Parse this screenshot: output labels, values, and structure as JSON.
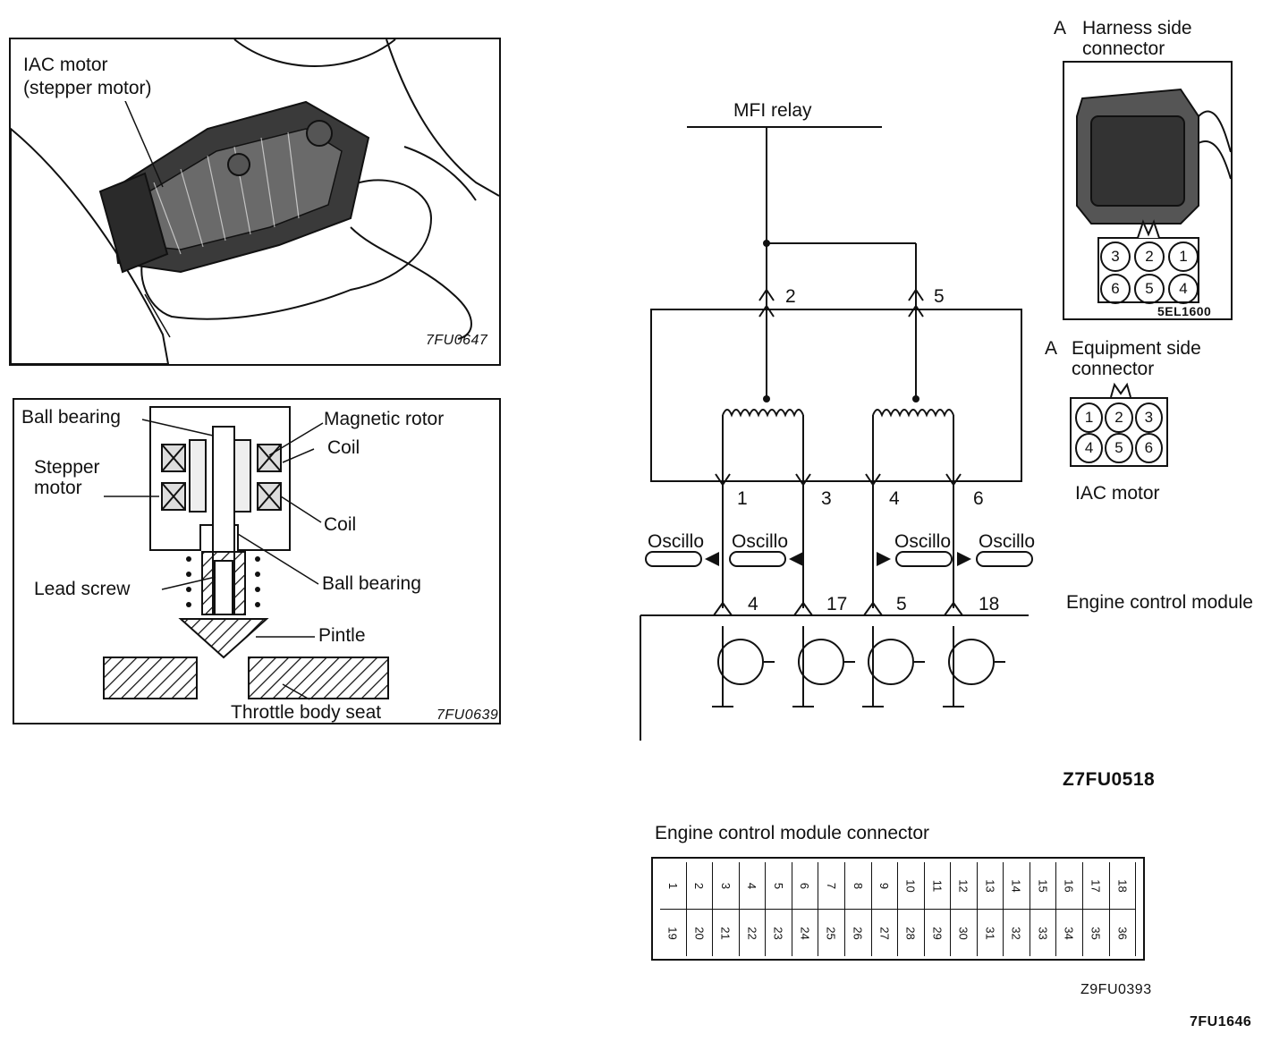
{
  "photo_panel": {
    "label": "IAC motor\n(stepper motor)",
    "code": "7FU0647"
  },
  "cutaway_panel": {
    "labels": {
      "ball_bearing_top": "Ball bearing",
      "magnetic_rotor": "Magnetic rotor",
      "coil_upper": "Coil",
      "stepper_motor": "Stepper\nmotor",
      "coil_lower": "Coil",
      "lead_screw": "Lead screw",
      "ball_bearing_bottom": "Ball bearing",
      "pintle": "Pintle",
      "throttle_body_seat": "Throttle body seat"
    },
    "code": "7FU0639"
  },
  "circuit": {
    "mfi_relay": "MFI relay",
    "pins_top": [
      "2",
      "5"
    ],
    "pins_bottom": [
      "1",
      "3",
      "4",
      "6"
    ],
    "oscillo": [
      "Oscillo",
      "Oscillo",
      "Oscillo",
      "Oscillo"
    ],
    "ecm_pins": [
      "4",
      "17",
      "5",
      "18"
    ],
    "ecm_label": "Engine control module",
    "code": "Z7FU0518"
  },
  "harness_connector": {
    "title_letter": "A",
    "title": "Harness side\nconnector",
    "pins": [
      "3",
      "2",
      "1",
      "6",
      "5",
      "4"
    ],
    "code": "5EL1600"
  },
  "equipment_connector": {
    "title_letter": "A",
    "title": "Equipment side\nconnector",
    "pins": [
      "1",
      "2",
      "3",
      "4",
      "5",
      "6"
    ],
    "caption": "IAC motor"
  },
  "ecm_connector": {
    "title": "Engine control module connector",
    "top_row": [
      "1",
      "2",
      "3",
      "4",
      "5",
      "6",
      "7",
      "8",
      "9",
      "10",
      "11",
      "12",
      "13",
      "14",
      "15",
      "16",
      "17",
      "18"
    ],
    "bottom_row": [
      "19",
      "20",
      "21",
      "22",
      "23",
      "24",
      "25",
      "26",
      "27",
      "28",
      "29",
      "30",
      "31",
      "32",
      "33",
      "34",
      "35",
      "36"
    ],
    "code": "Z9FU0393"
  },
  "page_code": "7FU1646"
}
